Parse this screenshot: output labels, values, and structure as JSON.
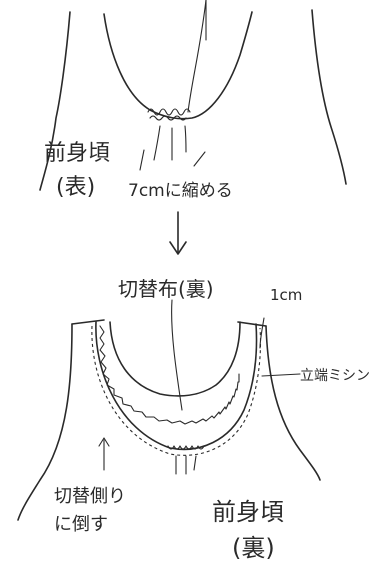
{
  "labels": {
    "front_bodice_right_side": "前身頃\n(表)",
    "shrink_note": "7cmに縮める",
    "facing_wrong_side": "切替布(裏)",
    "one_cm": "1cm",
    "edge_stitch": "立端ミシン",
    "seam_allowance_note": "切替側り\nに倒す",
    "front_bodice_wrong_side": "前身頃\n(裏)"
  }
}
